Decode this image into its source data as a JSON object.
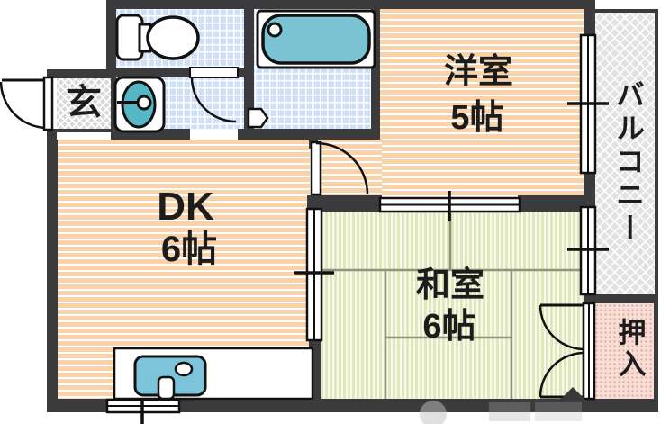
{
  "title": "apartment-floorplan",
  "rooms": {
    "entrance": {
      "label": "玄"
    },
    "dining_kitchen": {
      "label": "DK",
      "size": "6帖"
    },
    "western_room": {
      "label": "洋室",
      "size": "5帖"
    },
    "japanese_room": {
      "label": "和室",
      "size": "6帖"
    },
    "balcony": {
      "label": "バルコニー"
    },
    "closet": {
      "label": "押入"
    }
  },
  "fixtures": [
    "toilet",
    "washbasin",
    "bathtub",
    "kitchen-sink"
  ],
  "colors": {
    "wall": "#3b3b3d",
    "wood_floor": "#f9d2a9",
    "tatami_floor": "#dfe8bc",
    "tile_floor": "#cfdff7",
    "entrance_floor": "#d8d8d8",
    "balcony_floor": "#e2e2e2",
    "closet_floor": "#f6ddd6",
    "bathtub": "#79c3d2",
    "washbasin": "#55b7c6",
    "kitchen_sink": "#7cc4da",
    "text": "#1c1c1c"
  }
}
